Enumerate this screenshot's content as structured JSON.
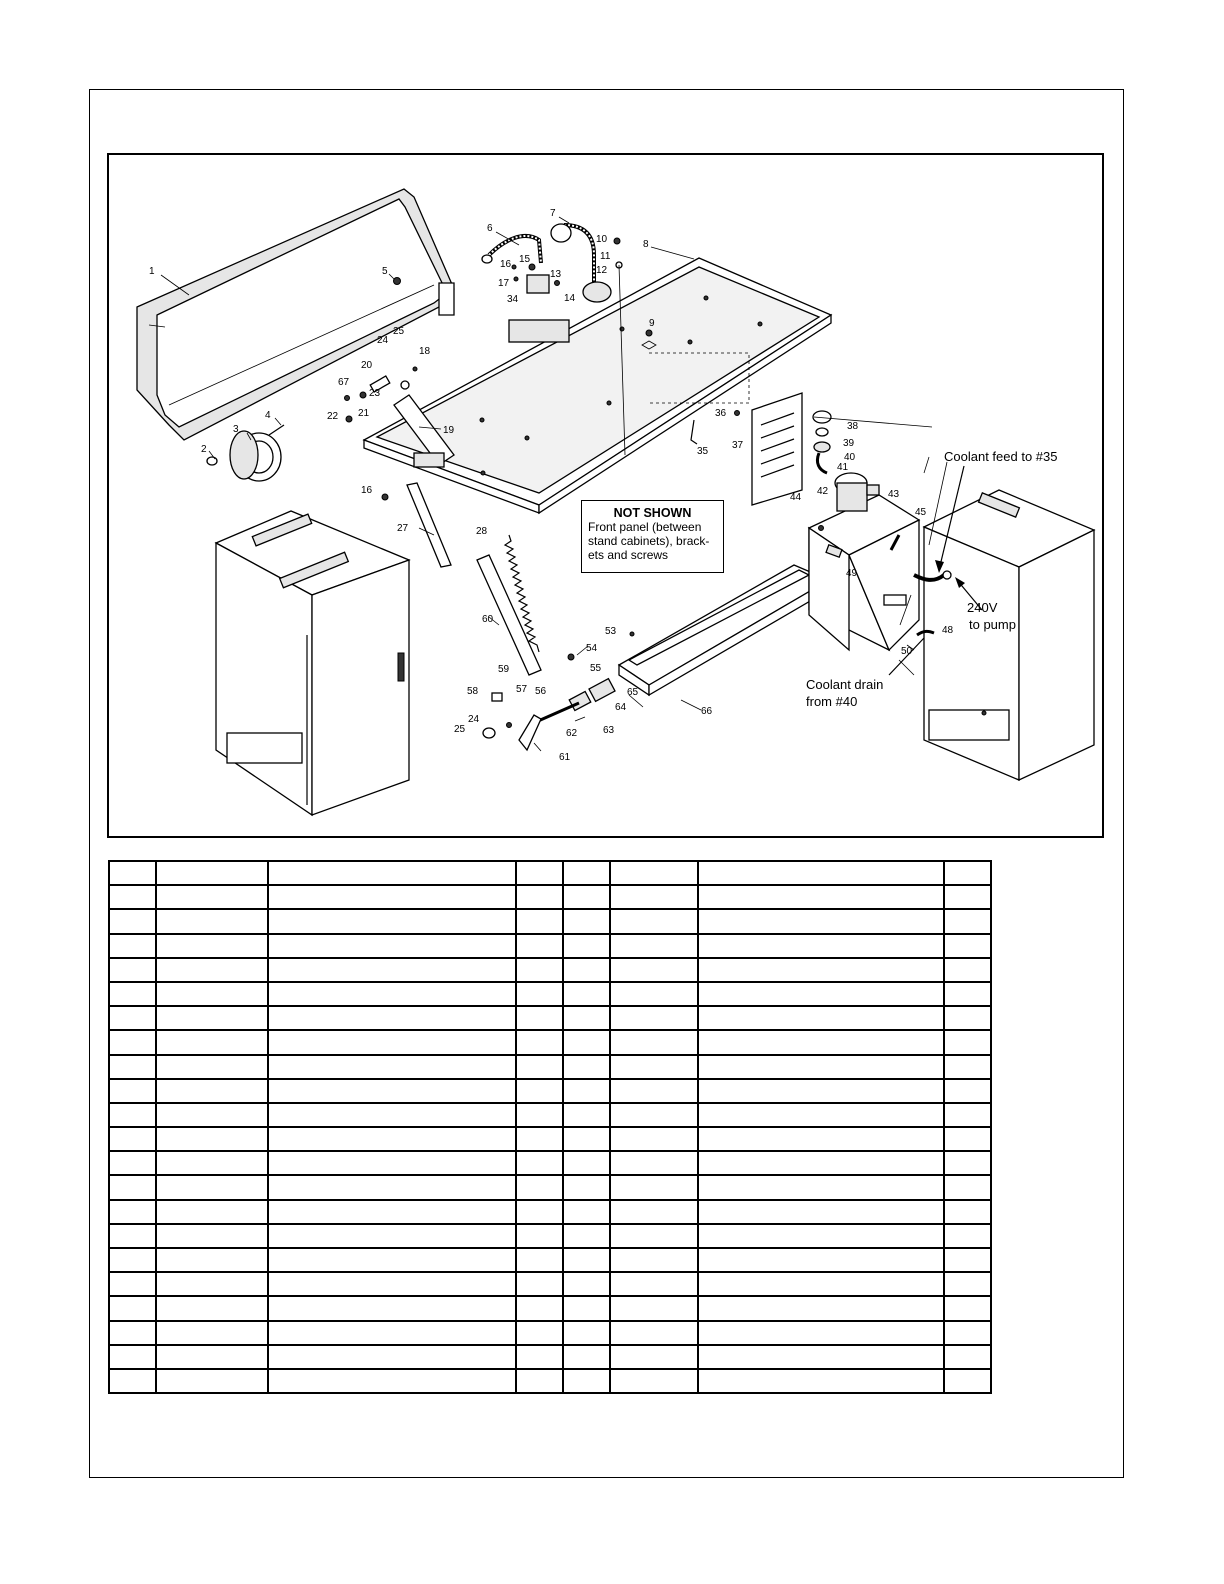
{
  "diagram": {
    "note": {
      "title": "NOT SHOWN",
      "lines": [
        "Front panel (between",
        "stand cabinets), brack-",
        "ets and screws"
      ]
    },
    "annotations": {
      "coolant_feed": "Coolant feed to #35",
      "power": [
        "240V",
        "to pump"
      ],
      "coolant_drain": [
        "Coolant drain",
        "from #40"
      ]
    },
    "part_labels": [
      "1",
      "2",
      "3",
      "4",
      "5",
      "6",
      "7",
      "8",
      "9",
      "10",
      "11",
      "12",
      "13",
      "14",
      "15",
      "16",
      "17",
      "34",
      "18",
      "20",
      "24",
      "25",
      "67",
      "21",
      "22",
      "23",
      "19",
      "16",
      "27",
      "28",
      "60",
      "54",
      "55",
      "53",
      "59",
      "58",
      "57",
      "56",
      "24",
      "25",
      "62",
      "61",
      "63",
      "64",
      "65",
      "66",
      "36",
      "35",
      "37",
      "38",
      "39",
      "40",
      "41",
      "42",
      "43",
      "44",
      "45",
      "49",
      "48",
      "50"
    ]
  },
  "table": {
    "columns": 8,
    "rows": 22
  }
}
